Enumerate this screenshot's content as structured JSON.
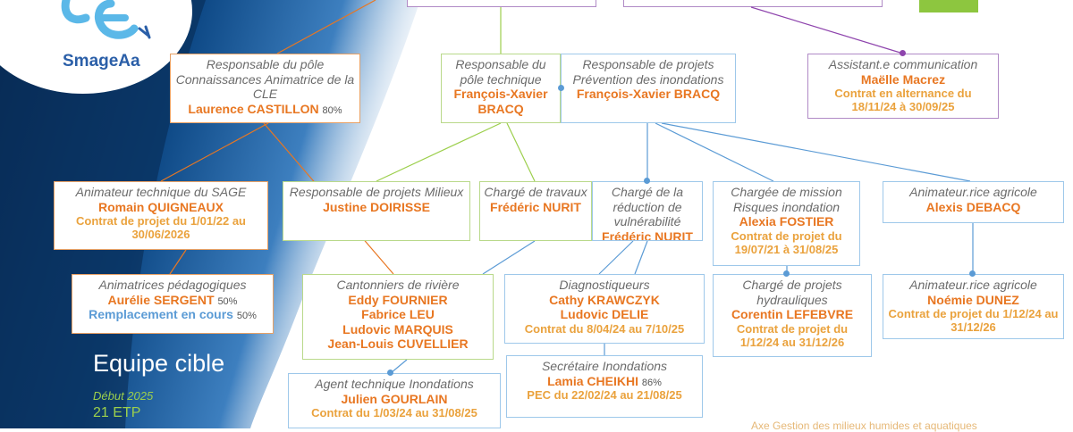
{
  "logo": {
    "name": "SmageAa"
  },
  "team": {
    "title": "Equipe cible",
    "date": "Début 2025",
    "etp": "21 ETP"
  },
  "footer": {
    "text": "Axe Gestion des milieux humides et aquatiques"
  },
  "colors": {
    "orange": "#e87722",
    "green": "#9ccf4c",
    "blue": "#5b9bd5",
    "purple": "#8e44ad",
    "panel_dark": "#0c3566"
  },
  "boxes": {
    "resp_pole_connaissances": {
      "title": "Responsable du pôle Connaissances Animatrice de la CLE",
      "name": "Laurence CASTILLON",
      "pct": "80%"
    },
    "resp_pole_technique": {
      "title": "Responsable du pôle technique",
      "name": "François-Xavier BRACQ"
    },
    "resp_projets_inondations": {
      "title": "Responsable de projets Prévention des inondations",
      "name": "François-Xavier BRACQ"
    },
    "assistant_communication": {
      "title": "Assistant.e communication",
      "name": "Maëlle Macrez",
      "contract": "Contrat en alternance du 18/11/24 à 30/09/25"
    },
    "animateur_sage": {
      "title": "Animateur technique du SAGE",
      "name": "Romain QUIGNEAUX",
      "contract": "Contrat de projet du 1/01/22 au 30/06/2026"
    },
    "resp_projets_milieux": {
      "title": "Responsable de projets Milieux",
      "name": "Justine DOIRISSE"
    },
    "charge_travaux": {
      "title": "Chargé de travaux",
      "name": "Frédéric NURIT"
    },
    "charge_vulnerabilite": {
      "title": "Chargé de la réduction de vulnérabilité",
      "name": "Frédéric NURIT"
    },
    "chargee_mission_risques": {
      "title": "Chargée de mission Risques inondation",
      "name": "Alexia FOSTIER",
      "contract": "Contrat de projet du 19/07/21 à 31/08/25"
    },
    "animateur_agricole_1": {
      "title": "Animateur.rice agricole",
      "name": "Alexis DEBACQ"
    },
    "animatrices_pedagogiques": {
      "title": "Animatrices pédagogiques",
      "name": "Aurélie SERGENT",
      "pct": "50%",
      "replacement": "Remplacement en cours",
      "replacement_pct": "50%"
    },
    "cantonniers": {
      "title": "Cantonniers de rivière",
      "names": [
        "Eddy FOURNIER",
        "Fabrice LEU",
        "Ludovic MARQUIS",
        "Jean-Louis CUVELLIER"
      ]
    },
    "diagnostiqueurs": {
      "title": "Diagnostiqueurs",
      "names": [
        "Cathy KRAWCZYK",
        "Ludovic DELIE"
      ],
      "contract": "Contrat du 8/04/24 au 7/10/25"
    },
    "charge_projets_hydrauliques": {
      "title": "Chargé de projets hydrauliques",
      "name": "Corentin LEFEBVRE",
      "contract": "Contrat de projet du 1/12/24 au 31/12/26"
    },
    "animateur_agricole_2": {
      "title": "Animateur.rice agricole",
      "name": "Noémie DUNEZ",
      "contract": "Contrat de projet du 1/12/24 au 31/12/26"
    },
    "secretaire_inondations": {
      "title": "Secrétaire Inondations",
      "name": "Lamia CHEIKHI",
      "pct": "86%",
      "contract": "PEC du 22/02/24 au 21/08/25"
    },
    "agent_technique": {
      "title": "Agent technique Inondations",
      "name": "Julien GOURLAIN",
      "contract": "Contrat du 1/03/24 au 31/08/25"
    }
  }
}
